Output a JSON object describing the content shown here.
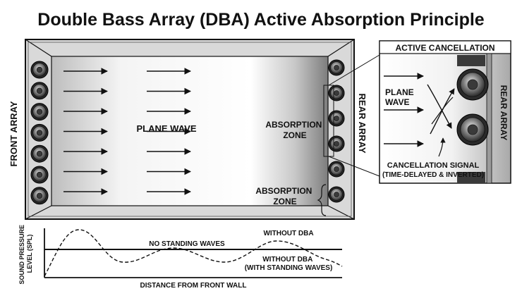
{
  "title": "Double Bass Array (DBA) Active Absorption Principle",
  "room": {
    "front_array_label": "FRONT ARRAY",
    "rear_array_label": "REAR ARRAY",
    "plane_wave_label": "PLANE WAVE",
    "absorption_zone_label_1": [
      "ABSORPTION",
      "ZONE"
    ],
    "absorption_zone_label_2": [
      "ABSORPTION",
      "ZONE"
    ],
    "front_speaker_count": 7,
    "rear_speaker_count": 6
  },
  "inset": {
    "title": "ACTIVE CANCELLATION",
    "plane_wave_label": [
      "PLANE",
      "WAVE"
    ],
    "rear_array_label": "REAR ARRAY",
    "cancellation_label": "CANCELLATION SIGNAL",
    "cancellation_sub": "(TIME-DELAYED & INVERTED)"
  },
  "graph": {
    "ylabel": [
      "SOUND PRESSURE",
      "LEVEL (SPL)"
    ],
    "xlabel": "DISTANCE FROM FRONT WALL",
    "flat_label": "NO STANDING WAVES",
    "dba_label": "WITHOUT DBA",
    "standing_label": [
      "WITHOUT DBA",
      "(WITH STANDING WAVES)"
    ]
  },
  "colors": {
    "frame": "#1a1a1a",
    "wall": "#d4d4d4",
    "room_light": "#fafafa",
    "room_dark": "#8a8a8a"
  }
}
